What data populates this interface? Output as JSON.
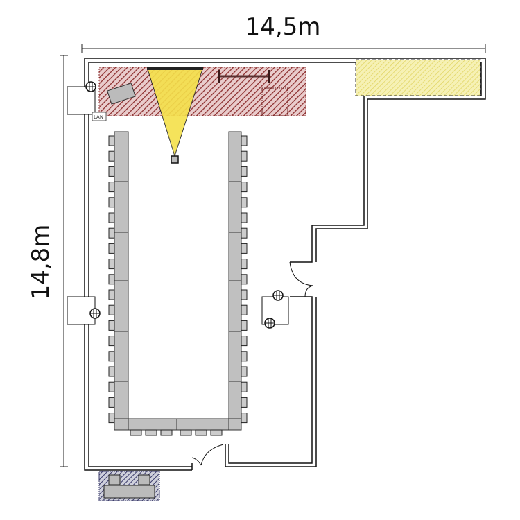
{
  "dimensions": {
    "width_label": "14,5m",
    "height_label": "14,8m"
  },
  "labels": {
    "lan": "LAN"
  },
  "colors": {
    "wall": "#111111",
    "table": "#c0c0c0",
    "stage_hatch": "#8b2c2c",
    "stage_fill": "#e8c8c8",
    "projection": "#f5e04a",
    "yellow_area": "#f3ec9a",
    "booth_hatch": "#3a3a6a"
  }
}
